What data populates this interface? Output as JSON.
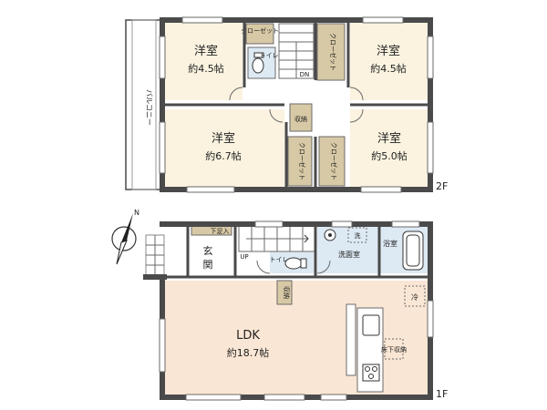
{
  "floor2": {
    "label": "2F",
    "balcony": "バルコニー",
    "rooms": [
      {
        "id": "nw",
        "name": "洋室",
        "size": "約4.5帖"
      },
      {
        "id": "ne",
        "name": "洋室",
        "size": "約4.5帖"
      },
      {
        "id": "sw",
        "name": "洋室",
        "size": "約6.7帖"
      },
      {
        "id": "se",
        "name": "洋室",
        "size": "約5.0帖"
      }
    ],
    "closet_small": "クローゼット",
    "closet": "クローゼット",
    "storage": "収納",
    "toilet": "トイレ",
    "stairs_dn": "DN"
  },
  "floor1": {
    "label": "1F",
    "ldk": {
      "name": "LDK",
      "size": "約18.7帖"
    },
    "entrance": "玄関",
    "shoe_box": "下足入",
    "stairs_up": "UP",
    "toilet": "トイレ",
    "washroom": "洗面室",
    "wash": "洗",
    "bathroom": "浴室",
    "storage": "収納",
    "fridge": "冷",
    "underfloor": "床下収納"
  },
  "compass": {
    "north": "N"
  },
  "colors": {
    "room_fill": "#fbf3e0",
    "ldk_fill": "#fae6d4",
    "wet_fill": "#dde9f3",
    "closet_fill": "#d8c9a6",
    "wall": "#4a4a4a"
  }
}
